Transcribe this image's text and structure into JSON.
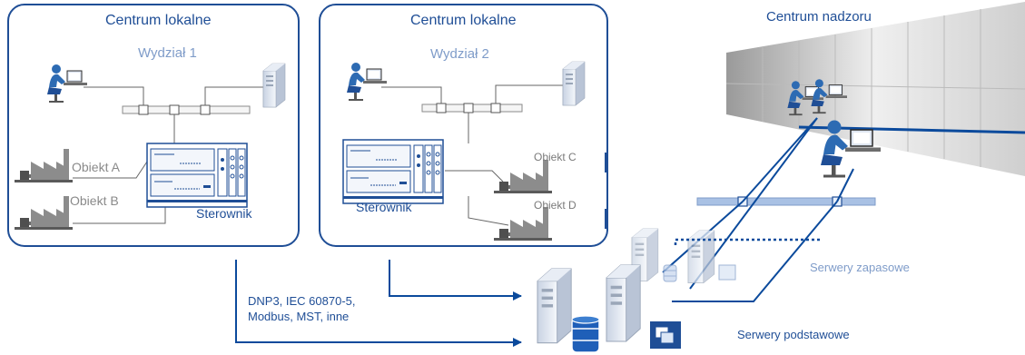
{
  "left_center": {
    "title": "Centrum lokalne",
    "department": "Wydział 1",
    "objects": [
      "Obiekt A",
      "Obiekt B"
    ],
    "controller": "Sterownik"
  },
  "middle_center": {
    "title": "Centrum lokalne",
    "department": "Wydział 2",
    "objects": [
      "Obiekt C",
      "Obiekt D"
    ],
    "controller": "Sterownik"
  },
  "supervision": {
    "title": "Centrum nadzoru",
    "backup_servers": "Serwery zapasowe",
    "primary_servers": "Serwery podstawowe"
  },
  "protocols": "DNP3, IEC 60870-5,\nModbus, MST, inne",
  "icons": [
    "operator-icon",
    "server-icon",
    "factory-icon",
    "controller-rack-icon",
    "video-wall-icon",
    "network-switch-icon",
    "database-icon"
  ],
  "colors": {
    "frame": "#1f4e96",
    "link": "#0b4a9c",
    "bus": "#a9c1e4"
  }
}
